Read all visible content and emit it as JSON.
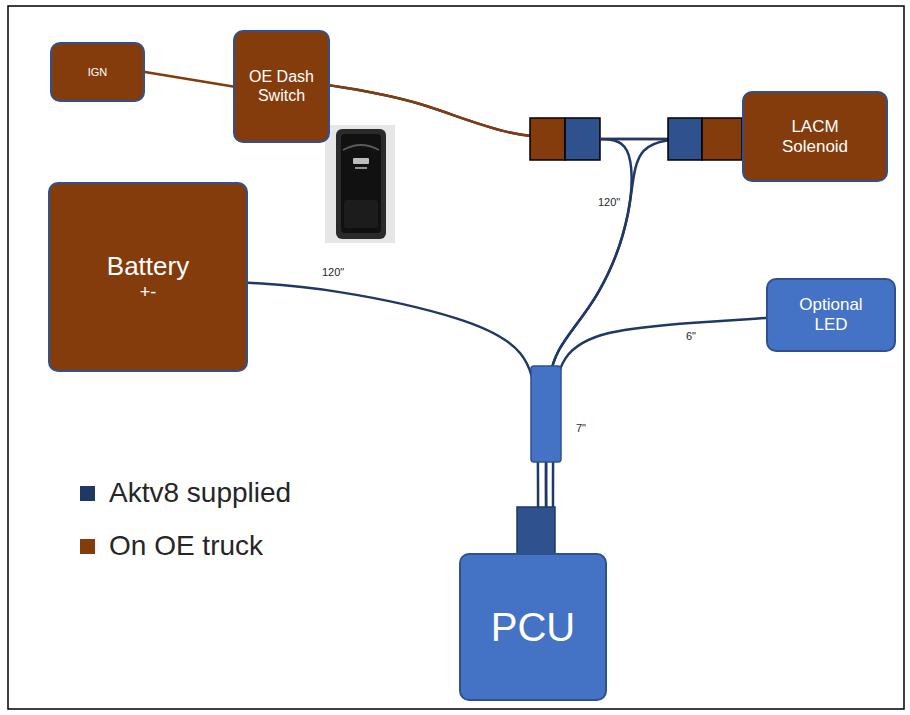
{
  "diagram": {
    "nodes": [
      {
        "text": [
          "IGN"
        ]
      },
      {
        "text": [
          "OE Dash Switch"
        ]
      },
      {
        "text": [
          "LACM Solenoid"
        ]
      },
      {
        "text": [
          "Battery",
          "+-"
        ]
      },
      {
        "text": [
          "Optional LED"
        ]
      },
      {
        "text": [
          "PCU"
        ]
      }
    ],
    "edges": [
      {
        "from": 0,
        "to": 1,
        "arrow": "none"
      },
      {
        "from": 1,
        "to": 5,
        "arrow": "none"
      },
      {
        "from": 1,
        "to": 2,
        "arrow": "none"
      },
      {
        "from": 2,
        "to": 5,
        "arrow": "none"
      },
      {
        "from": 3,
        "to": 5,
        "arrow": "none"
      },
      {
        "from": 4,
        "to": 5,
        "arrow": "none"
      }
    ],
    "labels": [
      "120\"",
      "120\"",
      "6\"",
      "7\""
    ],
    "legend": [
      {
        "text": "Aktv8 supplied",
        "color": "#203864"
      },
      {
        "text": "On OE truck",
        "color": "#843c0c"
      }
    ]
  }
}
